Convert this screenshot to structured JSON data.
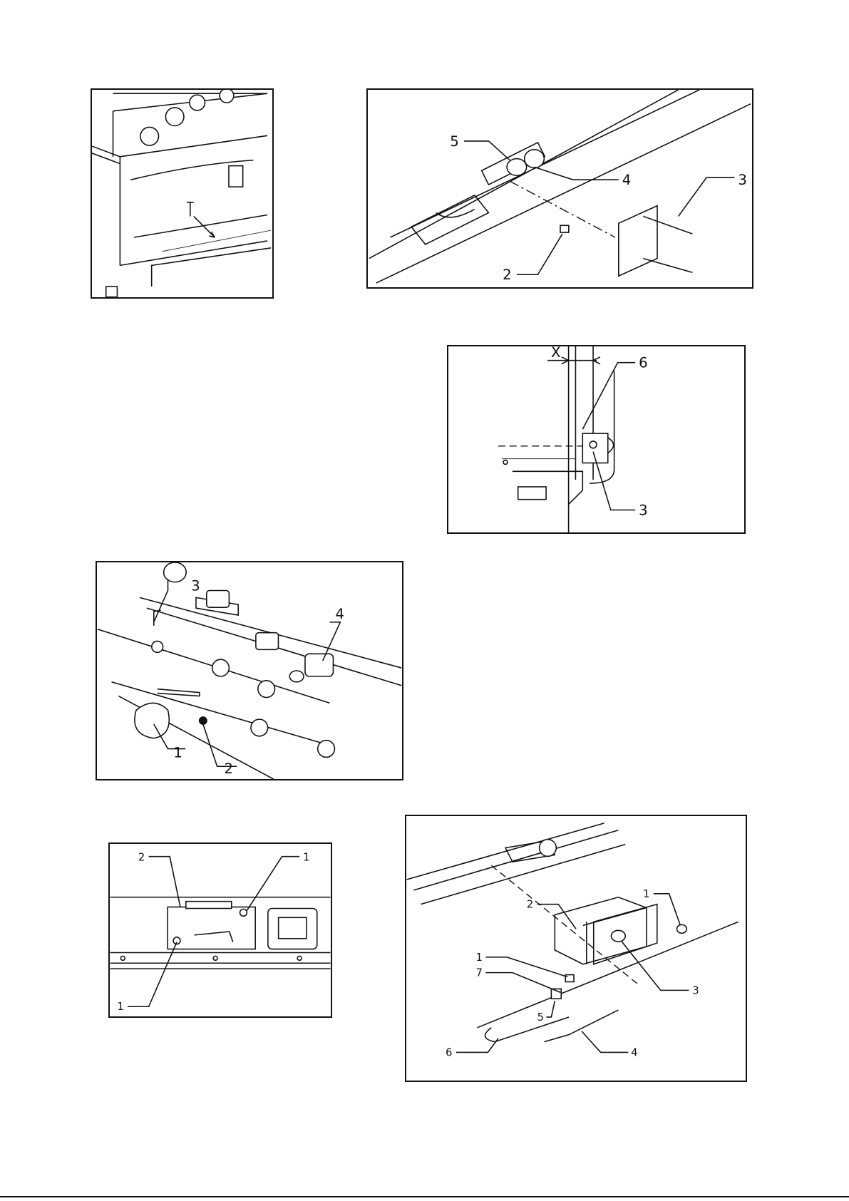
{
  "figures": [
    {
      "id": "fig1",
      "labels": []
    },
    {
      "id": "fig2",
      "labels": [
        "5",
        "4",
        "3",
        "2"
      ]
    },
    {
      "id": "fig3",
      "labels": [
        "X",
        "6",
        "3"
      ]
    },
    {
      "id": "fig4",
      "labels": [
        "3",
        "4",
        "1",
        "2"
      ]
    },
    {
      "id": "fig5",
      "labels": [
        "2",
        "1",
        "1"
      ]
    },
    {
      "id": "fig6",
      "labels": [
        "1",
        "2",
        "1",
        "7",
        "3",
        "5",
        "6",
        "4"
      ]
    }
  ]
}
